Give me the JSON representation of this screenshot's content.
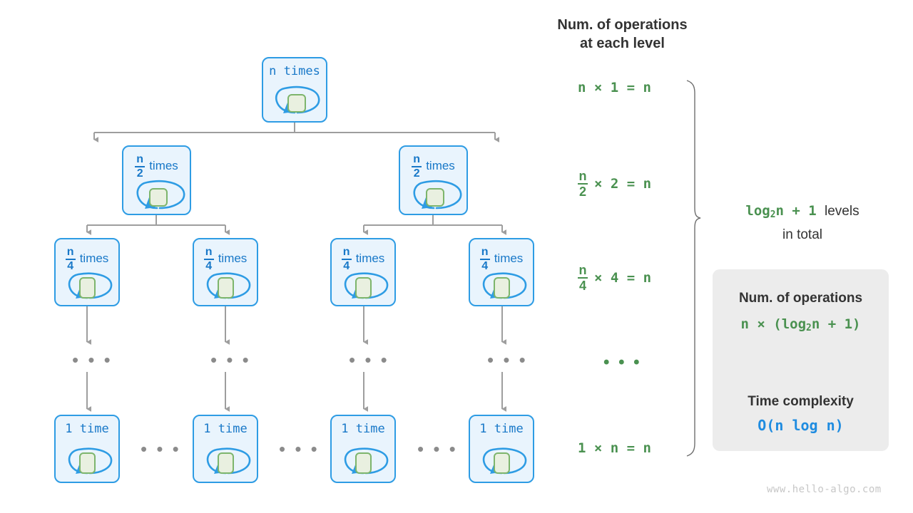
{
  "title": "binary recursion tree time complexity",
  "colors": {
    "node_fill": "#e9f4fd",
    "node_border": "#2e9ce4",
    "node_text": "#1878c8",
    "inner_fill": "#e9f0e0",
    "inner_border": "#7db56c",
    "green_text": "#4a9150",
    "gray_text": "#333333",
    "connector": "#9e9e9e",
    "card_bg": "#ececec",
    "blue_accent": "#1f8ce0",
    "watermark": "#c7c7c7"
  },
  "tree": {
    "levels": [
      {
        "id": "level-1",
        "nodes": [
          {
            "id": "root",
            "kind": "plain",
            "text": "n times"
          }
        ]
      },
      {
        "id": "level-2",
        "nodes": [
          {
            "id": "l2-left",
            "kind": "fraction",
            "numerator": "n",
            "denominator": "2",
            "suffix": "times"
          },
          {
            "id": "l2-right",
            "kind": "fraction",
            "numerator": "n",
            "denominator": "2",
            "suffix": "times"
          }
        ]
      },
      {
        "id": "level-3",
        "nodes": [
          {
            "id": "l3-1",
            "kind": "fraction",
            "numerator": "n",
            "denominator": "4",
            "suffix": "times"
          },
          {
            "id": "l3-2",
            "kind": "fraction",
            "numerator": "n",
            "denominator": "4",
            "suffix": "times"
          },
          {
            "id": "l3-3",
            "kind": "fraction",
            "numerator": "n",
            "denominator": "4",
            "suffix": "times"
          },
          {
            "id": "l3-4",
            "kind": "fraction",
            "numerator": "n",
            "denominator": "4",
            "suffix": "times"
          }
        ]
      },
      {
        "id": "level-ellipsis",
        "nodes": [
          {
            "id": "e1",
            "kind": "dots",
            "text": "• • •"
          },
          {
            "id": "e2",
            "kind": "dots",
            "text": "• • •"
          },
          {
            "id": "e3",
            "kind": "dots",
            "text": "• • •"
          },
          {
            "id": "e4",
            "kind": "dots",
            "text": "• • •"
          }
        ]
      },
      {
        "id": "level-last",
        "nodes": [
          {
            "id": "ln-1",
            "kind": "plain",
            "text": "1 time"
          },
          {
            "id": "ln-2",
            "kind": "plain",
            "text": "1 time"
          },
          {
            "id": "ln-3",
            "kind": "plain",
            "text": "1 time"
          },
          {
            "id": "ln-4",
            "kind": "plain",
            "text": "1 time"
          }
        ]
      }
    ],
    "row_separators": [
      {
        "id": "sep-1",
        "text": "• • •"
      },
      {
        "id": "sep-2",
        "text": "• • •"
      },
      {
        "id": "sep-3",
        "text": "• • •"
      }
    ]
  },
  "right_column": {
    "heading_line1": "Num. of operations",
    "heading_line2": "at each level",
    "rows": [
      {
        "id": "row-1",
        "kind": "plain",
        "text": "n × 1 = n"
      },
      {
        "id": "row-2",
        "kind": "fraction",
        "numerator": "n",
        "denominator": "2",
        "rest": "× 2 = n"
      },
      {
        "id": "row-3",
        "kind": "fraction",
        "numerator": "n",
        "denominator": "4",
        "rest": "× 4 = n"
      },
      {
        "id": "row-4",
        "kind": "dots",
        "text": "• • •"
      },
      {
        "id": "row-5",
        "kind": "plain",
        "text": "1 × n = n"
      }
    ]
  },
  "levels_note": {
    "formula": "log",
    "formula_sub": "2",
    "formula_tail": "n + 1",
    "text_after": "levels",
    "line2": "in total"
  },
  "summary_card": {
    "num_ops_heading": "Num. of operations",
    "num_ops_formula_prefix": "n × (log",
    "num_ops_formula_sub": "2",
    "num_ops_formula_tail": "n + 1)",
    "arrow_icon": "down-arrow-icon",
    "time_complexity_heading": "Time complexity",
    "time_complexity_value": "O(n log n)"
  },
  "watermark": "www.hello-algo.com"
}
